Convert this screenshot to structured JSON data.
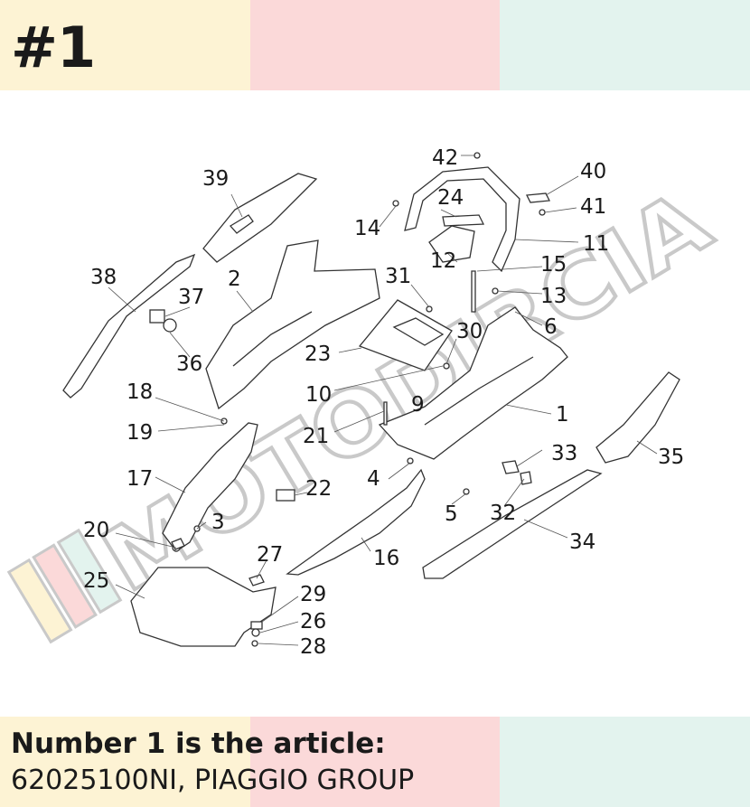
{
  "header": {
    "number": "#1"
  },
  "diagram": {
    "watermark": "MOTODIRCIA",
    "labels": [
      "1",
      "2",
      "3",
      "4",
      "5",
      "6",
      "9",
      "10",
      "11",
      "12",
      "13",
      "14",
      "15",
      "16",
      "17",
      "18",
      "19",
      "20",
      "21",
      "22",
      "23",
      "24",
      "25",
      "26",
      "27",
      "28",
      "29",
      "30",
      "31",
      "32",
      "33",
      "34",
      "35",
      "36",
      "37",
      "38",
      "39",
      "40",
      "41",
      "42"
    ]
  },
  "footer": {
    "line1": "Number 1 is the article:",
    "line2": "62025100NI, PIAGGIO GROUP"
  },
  "colors": {
    "yellow": "#fdf3d4",
    "pink": "#fbd9d9",
    "mint": "#e3f3ee",
    "text": "#1a1a1a"
  }
}
